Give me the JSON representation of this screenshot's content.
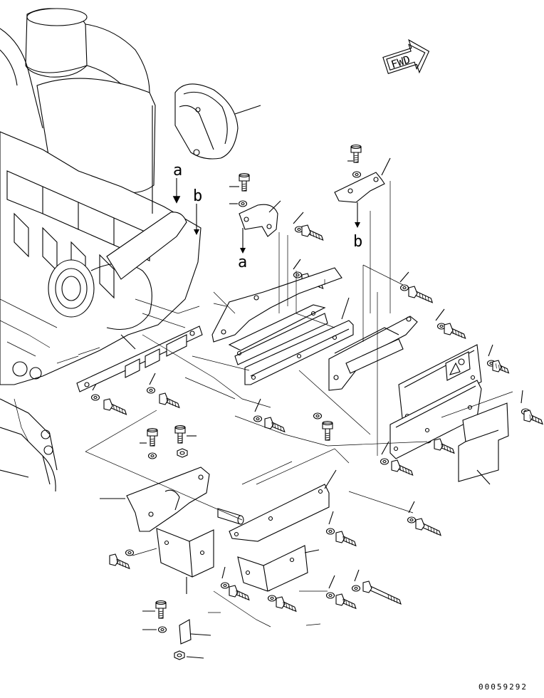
{
  "view_labels": {
    "a_top": "a",
    "a_bottom": "a",
    "b_top": "b",
    "b_bottom": "b"
  },
  "fwd_label": "FWD",
  "drawing_number": "00059292",
  "colors": {
    "line": "#000000",
    "background": "#ffffff"
  }
}
